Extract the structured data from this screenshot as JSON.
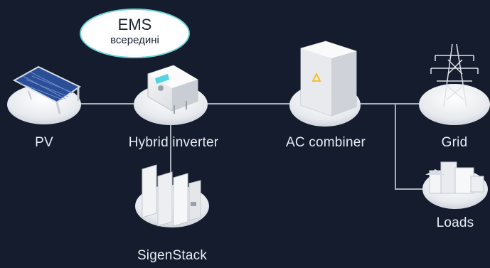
{
  "diagram": {
    "ems_bubble": {
      "line1": "EMS",
      "line2": "всередині"
    },
    "nodes": {
      "pv": {
        "label": "PV"
      },
      "hybrid_inverter": {
        "label": "Hybrid inverter"
      },
      "ac_combiner": {
        "label": "AC combiner"
      },
      "grid": {
        "label": "Grid"
      },
      "loads": {
        "label": "Loads"
      },
      "sigenstack": {
        "label": "SigenStack"
      }
    },
    "colors": {
      "background": "#141c2e",
      "line": "#a9afb8",
      "bubble_border": "#6ad3d8",
      "disc": "#eef0f3",
      "accent_cyan": "#3fd0e0",
      "accent_yellow": "#f1c232"
    }
  }
}
